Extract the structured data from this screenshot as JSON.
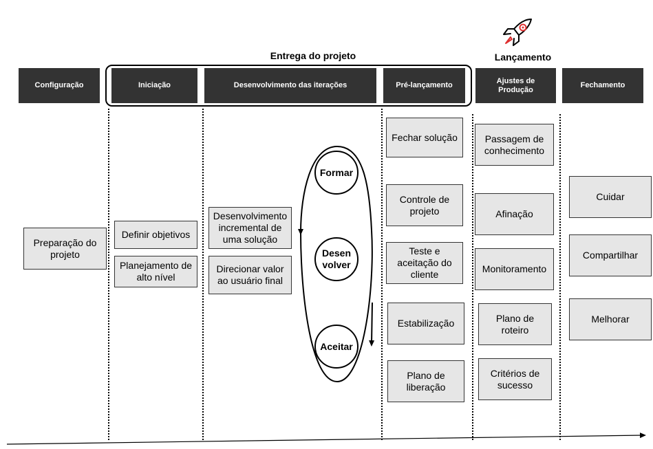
{
  "headings": {
    "delivery": "Entrega do projeto",
    "launch": "Lançamento"
  },
  "phases": {
    "configuracao": "Configuração",
    "iniciacao": "Iniciação",
    "desenvolvimento": "Desenvolvimento das iterações",
    "pre_lancamento": "Pré-lançamento",
    "ajustes": "Ajustes de\nProdução",
    "fechamento": "Fechamento"
  },
  "tasks": {
    "preparacao": "Preparação do\nprojeto",
    "definir_objetivos": "Definir objetivos",
    "planejamento": "Planejamento de\nalto nível",
    "desenvolvimento_incremental": "Desenvolvimento\nincremental de\numa solução",
    "direcionar_valor": "Direcionar valor\nao usuário final",
    "fechar_solucao": "Fechar solução",
    "controle_projeto": "Controle de\nprojeto",
    "teste_aceitacao": "Teste e\naceitação do\ncliente",
    "estabilizacao": "Estabilização",
    "plano_liberacao": "Plano de\nliberação",
    "passagem": "Passagem de\nconhecimento",
    "afinacao": "Afinação",
    "monitoramento": "Monitoramento",
    "plano_roteiro": "Plano de\nroteiro",
    "criterios": "Critérios de\nsucesso",
    "cuidar": "Cuidar",
    "compartilhar": "Compartilhar",
    "melhorar": "Melhorar"
  },
  "cycle": {
    "formar": "Formar",
    "desenvolver": "Desen\nvolver",
    "aceitar": "Aceitar"
  },
  "icons": {
    "rocket": "rocket-icon"
  },
  "colors": {
    "phase_bg": "#333333",
    "task_bg": "#e6e6e6",
    "rocket_accent": "#e03030"
  }
}
